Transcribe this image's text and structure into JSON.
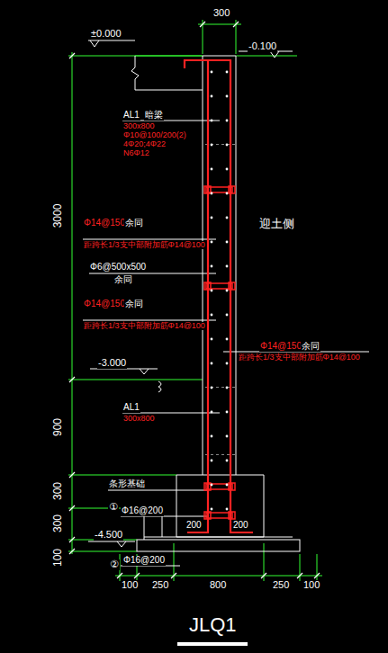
{
  "diagram": {
    "title": "JLQ1",
    "labels": [
      "300",
      "±0.000",
      "-0.100",
      "AL1",
      "暗梁",
      "300x800",
      "Φ10@100/200(2)",
      "4Φ20;4Φ22",
      "N6Φ12",
      "3000",
      "迎土侧",
      "Φ14@150",
      "余同",
      "距跨长1/3支中部附加筋Φ14@100",
      "Φ6@500x500",
      "余同",
      "Φ14@150",
      "余同",
      "距跨长1/3支中部附加筋Φ14@100",
      "Φ14@150",
      "余同",
      "距跨长1/3支中部附加筋Φ14@100",
      "-3.000",
      "AL1",
      "300x800",
      "900",
      "条形基础",
      "300",
      "300",
      "100",
      "①",
      "Φ16@200",
      "-4.500",
      "200",
      "200",
      "②",
      "Φ16@200",
      "100",
      "250",
      "800",
      "250",
      "100"
    ]
  }
}
